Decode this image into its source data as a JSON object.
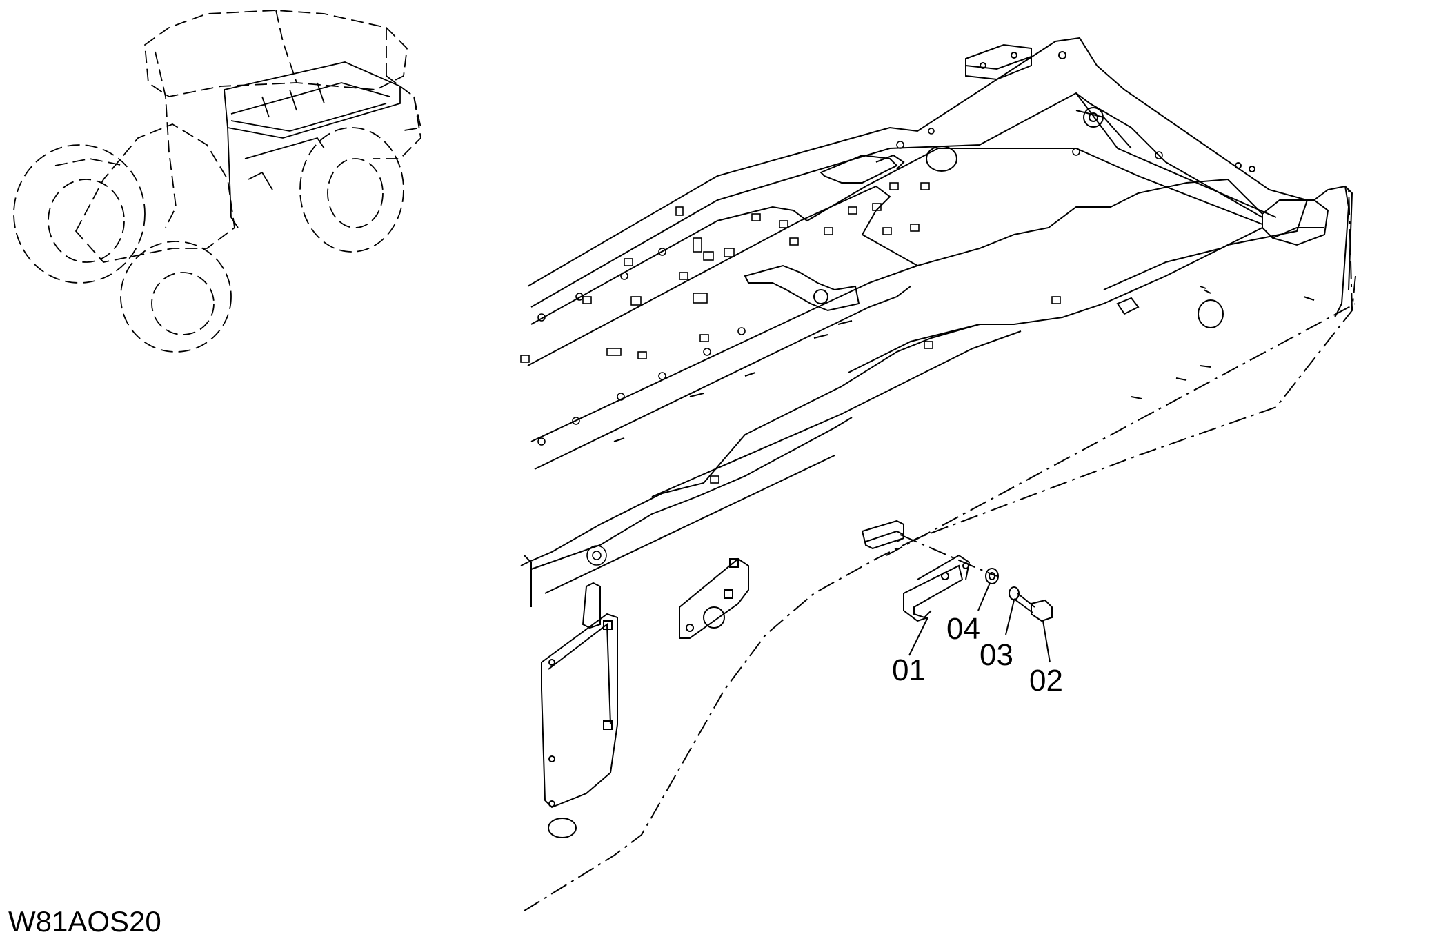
{
  "figure_code": "W81AOS20",
  "callouts": {
    "part_01": "01",
    "part_02": "02",
    "part_03": "03",
    "part_04": "04"
  }
}
